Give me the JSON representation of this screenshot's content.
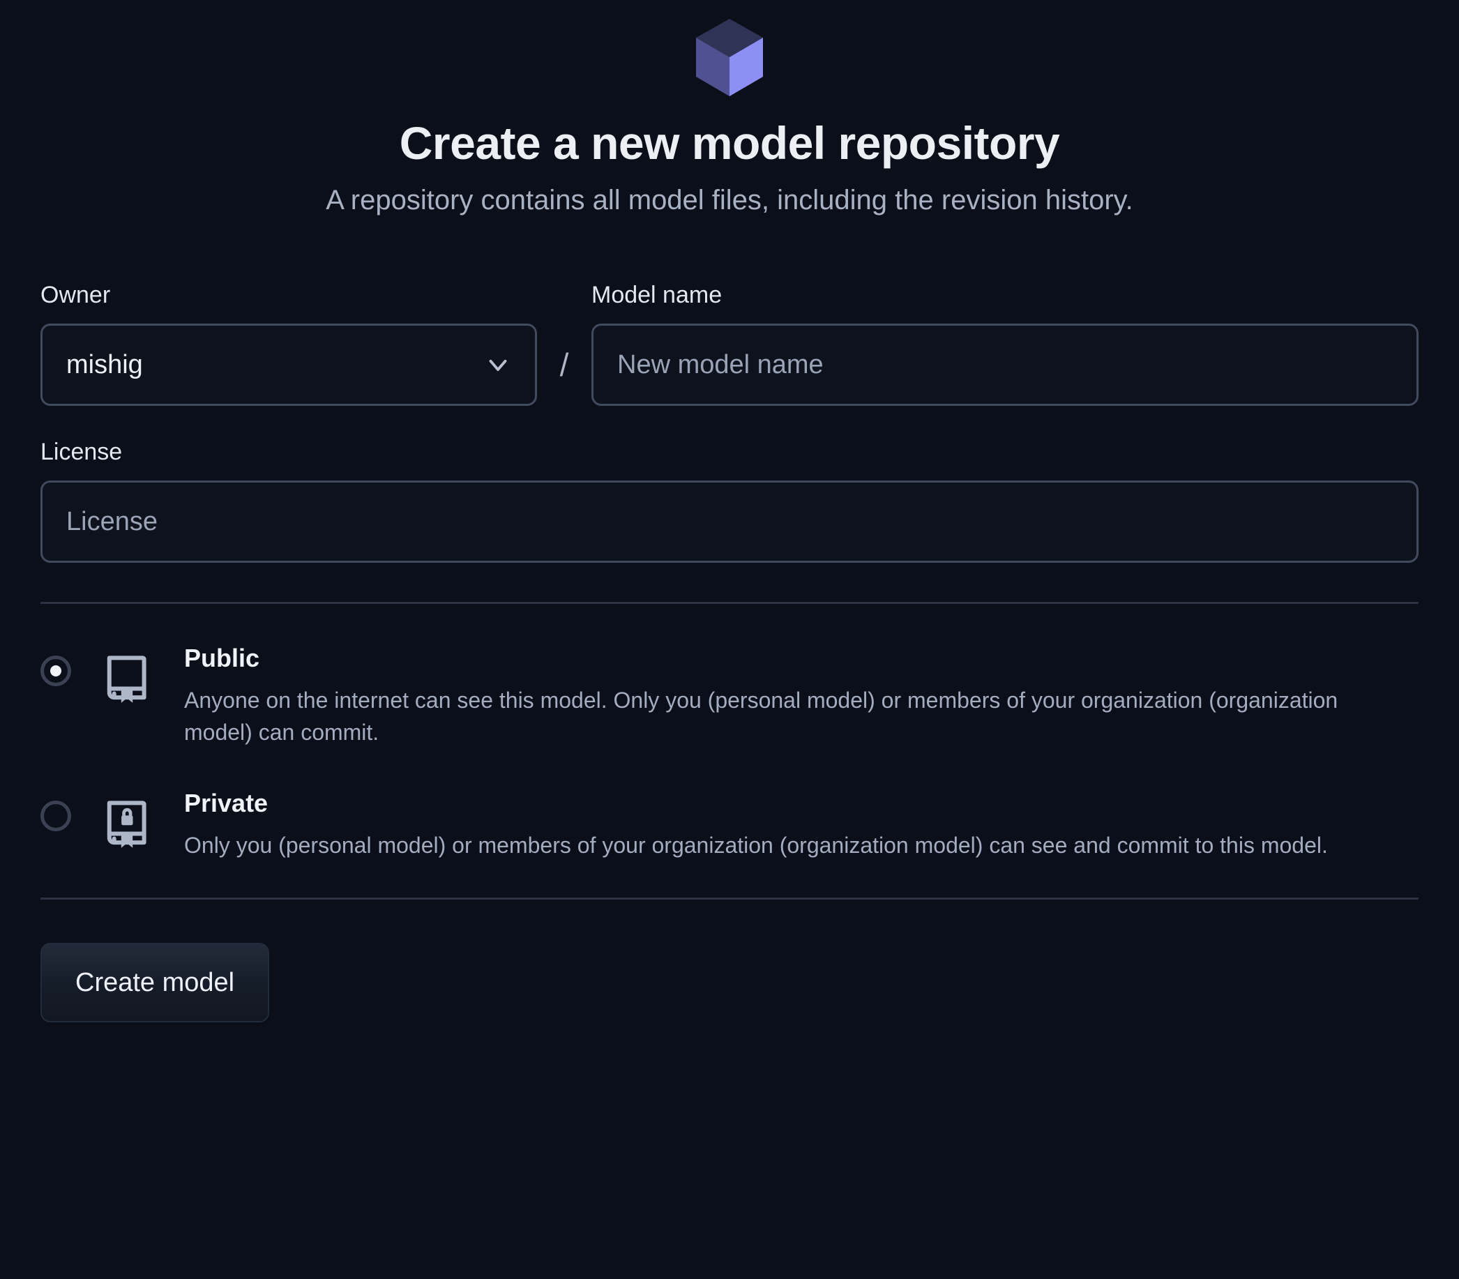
{
  "header": {
    "logo_icon": "cube-icon",
    "title": "Create a new model repository",
    "subtitle": "A repository contains all model files, including the revision history."
  },
  "form": {
    "owner": {
      "label": "Owner",
      "value": "mishig",
      "chevron_icon": "chevron-down-icon"
    },
    "separator": "/",
    "model_name": {
      "label": "Model name",
      "value": "",
      "placeholder": "New model name"
    },
    "license": {
      "label": "License",
      "value": "",
      "placeholder": "License"
    }
  },
  "visibility": {
    "options": [
      {
        "id": "public",
        "title": "Public",
        "description": "Anyone on the internet can see this model. Only you (personal model) or members of your organization (organization model) can commit.",
        "icon": "book-icon",
        "selected": true
      },
      {
        "id": "private",
        "title": "Private",
        "description": "Only you (personal model) or members of your organization (organization model) can see and commit to this model.",
        "icon": "book-lock-icon",
        "selected": false
      }
    ]
  },
  "footer": {
    "submit_label": "Create model"
  },
  "colors": {
    "background": "#0b0f19",
    "text_primary": "#eceff4",
    "text_muted": "#a9b2c3",
    "border": "#424b5e",
    "divider": "#2a3243",
    "cube_light": "#8e8ff5",
    "cube_mid": "#4f5191",
    "cube_top": "#2f3356"
  }
}
